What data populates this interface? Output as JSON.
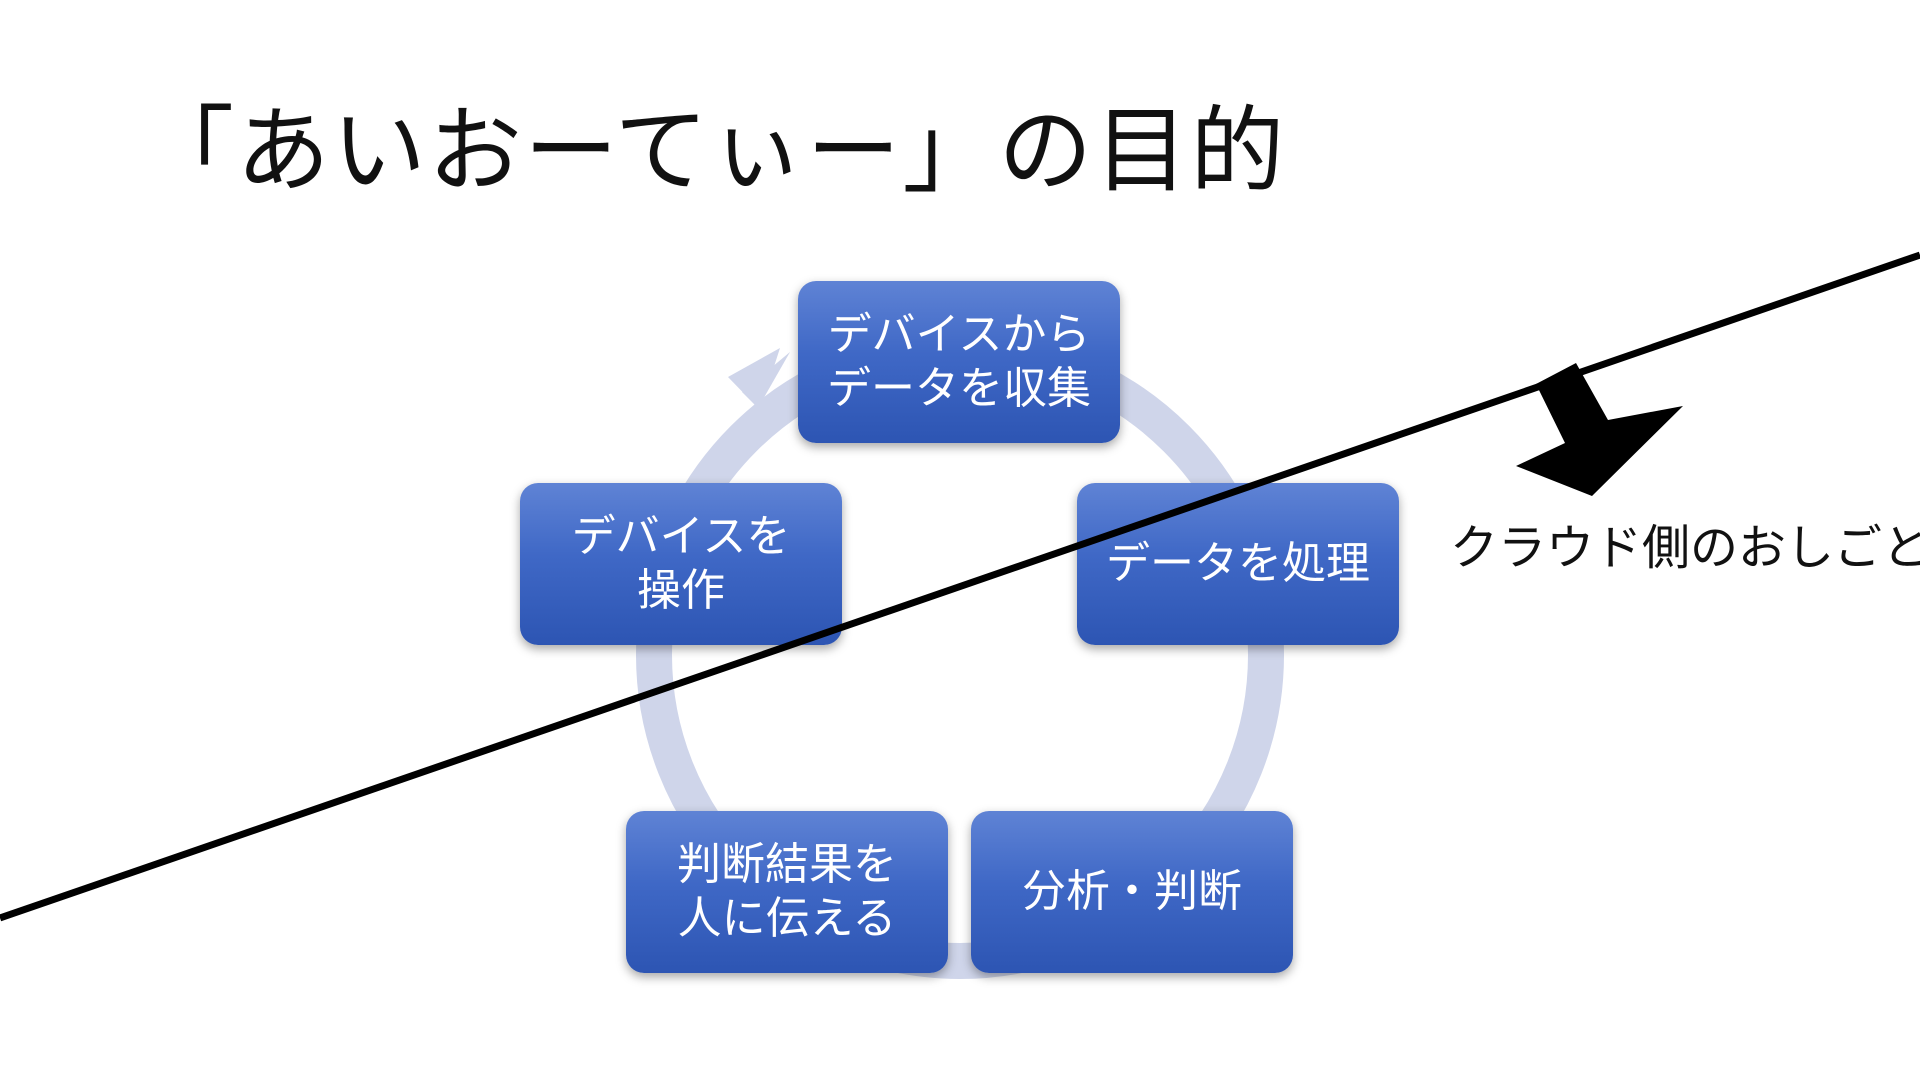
{
  "slide": {
    "title": "「あいおーてぃー」の目的",
    "cycle": {
      "steps": [
        "デバイスから\nデータを収集",
        "データを処理",
        "分析・判断",
        "判断結果を\n人に伝える",
        "デバイスを\n操作"
      ]
    },
    "annotation": {
      "label": "クラウド側のおしごと",
      "arrow_icon": "down-arrow-icon"
    },
    "colors": {
      "node_fill": "#3f68c6",
      "cycle_ring": "#cfd5ea",
      "text_on_node": "#ffffff",
      "divider_line": "#000000"
    }
  }
}
